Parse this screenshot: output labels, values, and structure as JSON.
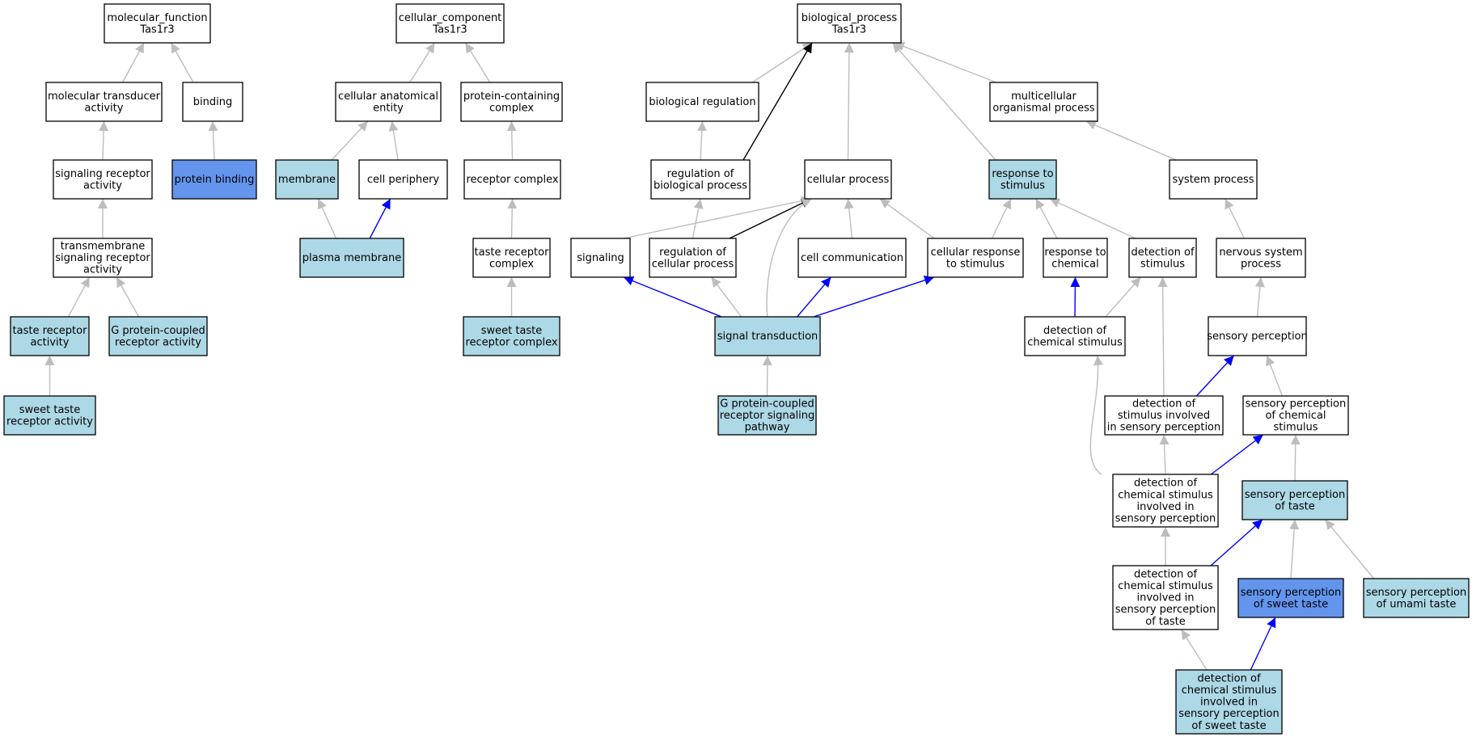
{
  "colors": {
    "plain": "#ffffff",
    "annotated": "#add8e6",
    "direct": "#6495ed",
    "edge_gray": "#bdbdbd",
    "edge_blue": "#0000ff",
    "edge_black": "#000000"
  },
  "nodes": [
    {
      "id": "mf",
      "lines": [
        "molecular_function",
        "Tas1r3"
      ],
      "fill": "plain"
    },
    {
      "id": "mta",
      "lines": [
        "molecular transducer",
        "activity"
      ],
      "fill": "plain"
    },
    {
      "id": "bind",
      "lines": [
        "binding"
      ],
      "fill": "plain"
    },
    {
      "id": "sra",
      "lines": [
        "signaling receptor",
        "activity"
      ],
      "fill": "plain"
    },
    {
      "id": "pb",
      "lines": [
        "protein binding"
      ],
      "fill": "direct"
    },
    {
      "id": "tsra",
      "lines": [
        "transmembrane",
        "signaling receptor",
        "activity"
      ],
      "fill": "plain"
    },
    {
      "id": "tra",
      "lines": [
        "taste receptor",
        "activity"
      ],
      "fill": "annotated"
    },
    {
      "id": "gpcra",
      "lines": [
        "G protein-coupled",
        "receptor activity"
      ],
      "fill": "annotated"
    },
    {
      "id": "stra",
      "lines": [
        "sweet taste",
        "receptor activity"
      ],
      "fill": "annotated"
    },
    {
      "id": "cc",
      "lines": [
        "cellular_component",
        "Tas1r3"
      ],
      "fill": "plain"
    },
    {
      "id": "cae",
      "lines": [
        "cellular anatomical",
        "entity"
      ],
      "fill": "plain"
    },
    {
      "id": "pcc",
      "lines": [
        "protein-containing",
        "complex"
      ],
      "fill": "plain"
    },
    {
      "id": "mem",
      "lines": [
        "membrane"
      ],
      "fill": "annotated"
    },
    {
      "id": "cper",
      "lines": [
        "cell periphery"
      ],
      "fill": "plain"
    },
    {
      "id": "rc",
      "lines": [
        "receptor complex"
      ],
      "fill": "plain"
    },
    {
      "id": "pm",
      "lines": [
        "plasma membrane"
      ],
      "fill": "annotated"
    },
    {
      "id": "trc",
      "lines": [
        "taste receptor",
        "complex"
      ],
      "fill": "plain"
    },
    {
      "id": "strc",
      "lines": [
        "sweet taste",
        "receptor complex"
      ],
      "fill": "annotated"
    },
    {
      "id": "bp",
      "lines": [
        "biological_process",
        "Tas1r3"
      ],
      "fill": "plain"
    },
    {
      "id": "breg",
      "lines": [
        "biological regulation"
      ],
      "fill": "plain"
    },
    {
      "id": "mop",
      "lines": [
        "multicellular",
        "organismal process"
      ],
      "fill": "plain"
    },
    {
      "id": "rbp",
      "lines": [
        "regulation of",
        "biological process"
      ],
      "fill": "plain"
    },
    {
      "id": "cp",
      "lines": [
        "cellular process"
      ],
      "fill": "plain"
    },
    {
      "id": "rts",
      "lines": [
        "response to",
        "stimulus"
      ],
      "fill": "annotated"
    },
    {
      "id": "sp",
      "lines": [
        "system process"
      ],
      "fill": "plain"
    },
    {
      "id": "sig",
      "lines": [
        "signaling"
      ],
      "fill": "plain"
    },
    {
      "id": "rcp",
      "lines": [
        "regulation of",
        "cellular process"
      ],
      "fill": "plain"
    },
    {
      "id": "ccom",
      "lines": [
        "cell communication"
      ],
      "fill": "plain"
    },
    {
      "id": "crs",
      "lines": [
        "cellular response",
        "to stimulus"
      ],
      "fill": "plain"
    },
    {
      "id": "rtc",
      "lines": [
        "response to",
        "chemical"
      ],
      "fill": "plain"
    },
    {
      "id": "dos",
      "lines": [
        "detection of",
        "stimulus"
      ],
      "fill": "plain"
    },
    {
      "id": "nsp",
      "lines": [
        "nervous system",
        "process"
      ],
      "fill": "plain"
    },
    {
      "id": "st",
      "lines": [
        "signal transduction"
      ],
      "fill": "annotated"
    },
    {
      "id": "dcs",
      "lines": [
        "detection of",
        "chemical stimulus"
      ],
      "fill": "plain"
    },
    {
      "id": "spn",
      "lines": [
        "sensory perception"
      ],
      "fill": "plain"
    },
    {
      "id": "gpcrsp",
      "lines": [
        "G protein-coupled",
        "receptor signaling",
        "pathway"
      ],
      "fill": "annotated"
    },
    {
      "id": "dsisp",
      "lines": [
        "detection of",
        "stimulus involved",
        "in sensory perception"
      ],
      "fill": "plain"
    },
    {
      "id": "spcs",
      "lines": [
        "sensory perception",
        "of chemical",
        "stimulus"
      ],
      "fill": "plain"
    },
    {
      "id": "dcsisp",
      "lines": [
        "detection of",
        "chemical stimulus",
        "involved in",
        "sensory perception"
      ],
      "fill": "plain"
    },
    {
      "id": "spt",
      "lines": [
        "sensory perception",
        "of taste"
      ],
      "fill": "annotated"
    },
    {
      "id": "dcsispt",
      "lines": [
        "detection of",
        "chemical stimulus",
        "involved in",
        "sensory perception",
        "of taste"
      ],
      "fill": "plain"
    },
    {
      "id": "spst",
      "lines": [
        "sensory perception",
        "of sweet taste"
      ],
      "fill": "direct"
    },
    {
      "id": "sput",
      "lines": [
        "sensory perception",
        "of umami taste"
      ],
      "fill": "annotated"
    },
    {
      "id": "dcsispst",
      "lines": [
        "detection of",
        "chemical stimulus",
        "involved in",
        "sensory perception",
        "of sweet taste"
      ],
      "fill": "annotated"
    }
  ],
  "edges": [
    {
      "from": "mta",
      "to": "mf",
      "color": "gray"
    },
    {
      "from": "bind",
      "to": "mf",
      "color": "gray"
    },
    {
      "from": "sra",
      "to": "mta",
      "color": "gray"
    },
    {
      "from": "pb",
      "to": "bind",
      "color": "gray"
    },
    {
      "from": "tsra",
      "to": "sra",
      "color": "gray"
    },
    {
      "from": "tra",
      "to": "tsra",
      "color": "gray"
    },
    {
      "from": "gpcra",
      "to": "tsra",
      "color": "gray"
    },
    {
      "from": "stra",
      "to": "tra",
      "color": "gray"
    },
    {
      "from": "cae",
      "to": "cc",
      "color": "gray"
    },
    {
      "from": "pcc",
      "to": "cc",
      "color": "gray"
    },
    {
      "from": "mem",
      "to": "cae",
      "color": "gray"
    },
    {
      "from": "cper",
      "to": "cae",
      "color": "gray"
    },
    {
      "from": "rc",
      "to": "pcc",
      "color": "gray"
    },
    {
      "from": "pm",
      "to": "mem",
      "color": "gray"
    },
    {
      "from": "pm",
      "to": "cper",
      "color": "blue"
    },
    {
      "from": "trc",
      "to": "rc",
      "color": "gray"
    },
    {
      "from": "strc",
      "to": "trc",
      "color": "gray"
    },
    {
      "from": "breg",
      "to": "bp",
      "color": "gray"
    },
    {
      "from": "cp",
      "to": "bp",
      "color": "gray"
    },
    {
      "from": "rts",
      "to": "bp",
      "color": "gray"
    },
    {
      "from": "mop",
      "to": "bp",
      "color": "gray"
    },
    {
      "from": "rbp",
      "to": "bp",
      "color": "black"
    },
    {
      "from": "rbp",
      "to": "breg",
      "color": "gray"
    },
    {
      "from": "sp",
      "to": "mop",
      "color": "gray"
    },
    {
      "from": "sig",
      "to": "cp",
      "color": "gray"
    },
    {
      "from": "rcp",
      "to": "rbp",
      "color": "gray"
    },
    {
      "from": "rcp",
      "to": "cp",
      "color": "black"
    },
    {
      "from": "ccom",
      "to": "cp",
      "color": "gray"
    },
    {
      "from": "crs",
      "to": "cp",
      "color": "gray"
    },
    {
      "from": "crs",
      "to": "rts",
      "color": "gray"
    },
    {
      "from": "rtc",
      "to": "rts",
      "color": "gray"
    },
    {
      "from": "dos",
      "to": "rts",
      "color": "gray"
    },
    {
      "from": "nsp",
      "to": "sp",
      "color": "gray"
    },
    {
      "from": "st",
      "to": "sig",
      "color": "blue"
    },
    {
      "from": "st",
      "to": "rcp",
      "color": "gray"
    },
    {
      "from": "st",
      "to": "cp",
      "color": "gray"
    },
    {
      "from": "st",
      "to": "ccom",
      "color": "blue"
    },
    {
      "from": "st",
      "to": "crs",
      "color": "blue"
    },
    {
      "from": "dcs",
      "to": "rtc",
      "color": "blue"
    },
    {
      "from": "dcs",
      "to": "dos",
      "color": "gray"
    },
    {
      "from": "spn",
      "to": "nsp",
      "color": "gray"
    },
    {
      "from": "gpcrsp",
      "to": "st",
      "color": "gray"
    },
    {
      "from": "dsisp",
      "to": "dos",
      "color": "gray"
    },
    {
      "from": "dsisp",
      "to": "spn",
      "color": "blue"
    },
    {
      "from": "spcs",
      "to": "spn",
      "color": "gray"
    },
    {
      "from": "dcsisp",
      "to": "dcs",
      "color": "gray"
    },
    {
      "from": "dcsisp",
      "to": "dsisp",
      "color": "gray"
    },
    {
      "from": "dcsisp",
      "to": "spcs",
      "color": "blue"
    },
    {
      "from": "spt",
      "to": "spcs",
      "color": "gray"
    },
    {
      "from": "dcsispt",
      "to": "dcsisp",
      "color": "gray"
    },
    {
      "from": "dcsispt",
      "to": "spt",
      "color": "blue"
    },
    {
      "from": "spst",
      "to": "spt",
      "color": "gray"
    },
    {
      "from": "sput",
      "to": "spt",
      "color": "gray"
    },
    {
      "from": "dcsispst",
      "to": "dcsispt",
      "color": "gray"
    },
    {
      "from": "dcsispst",
      "to": "spst",
      "color": "blue"
    }
  ]
}
